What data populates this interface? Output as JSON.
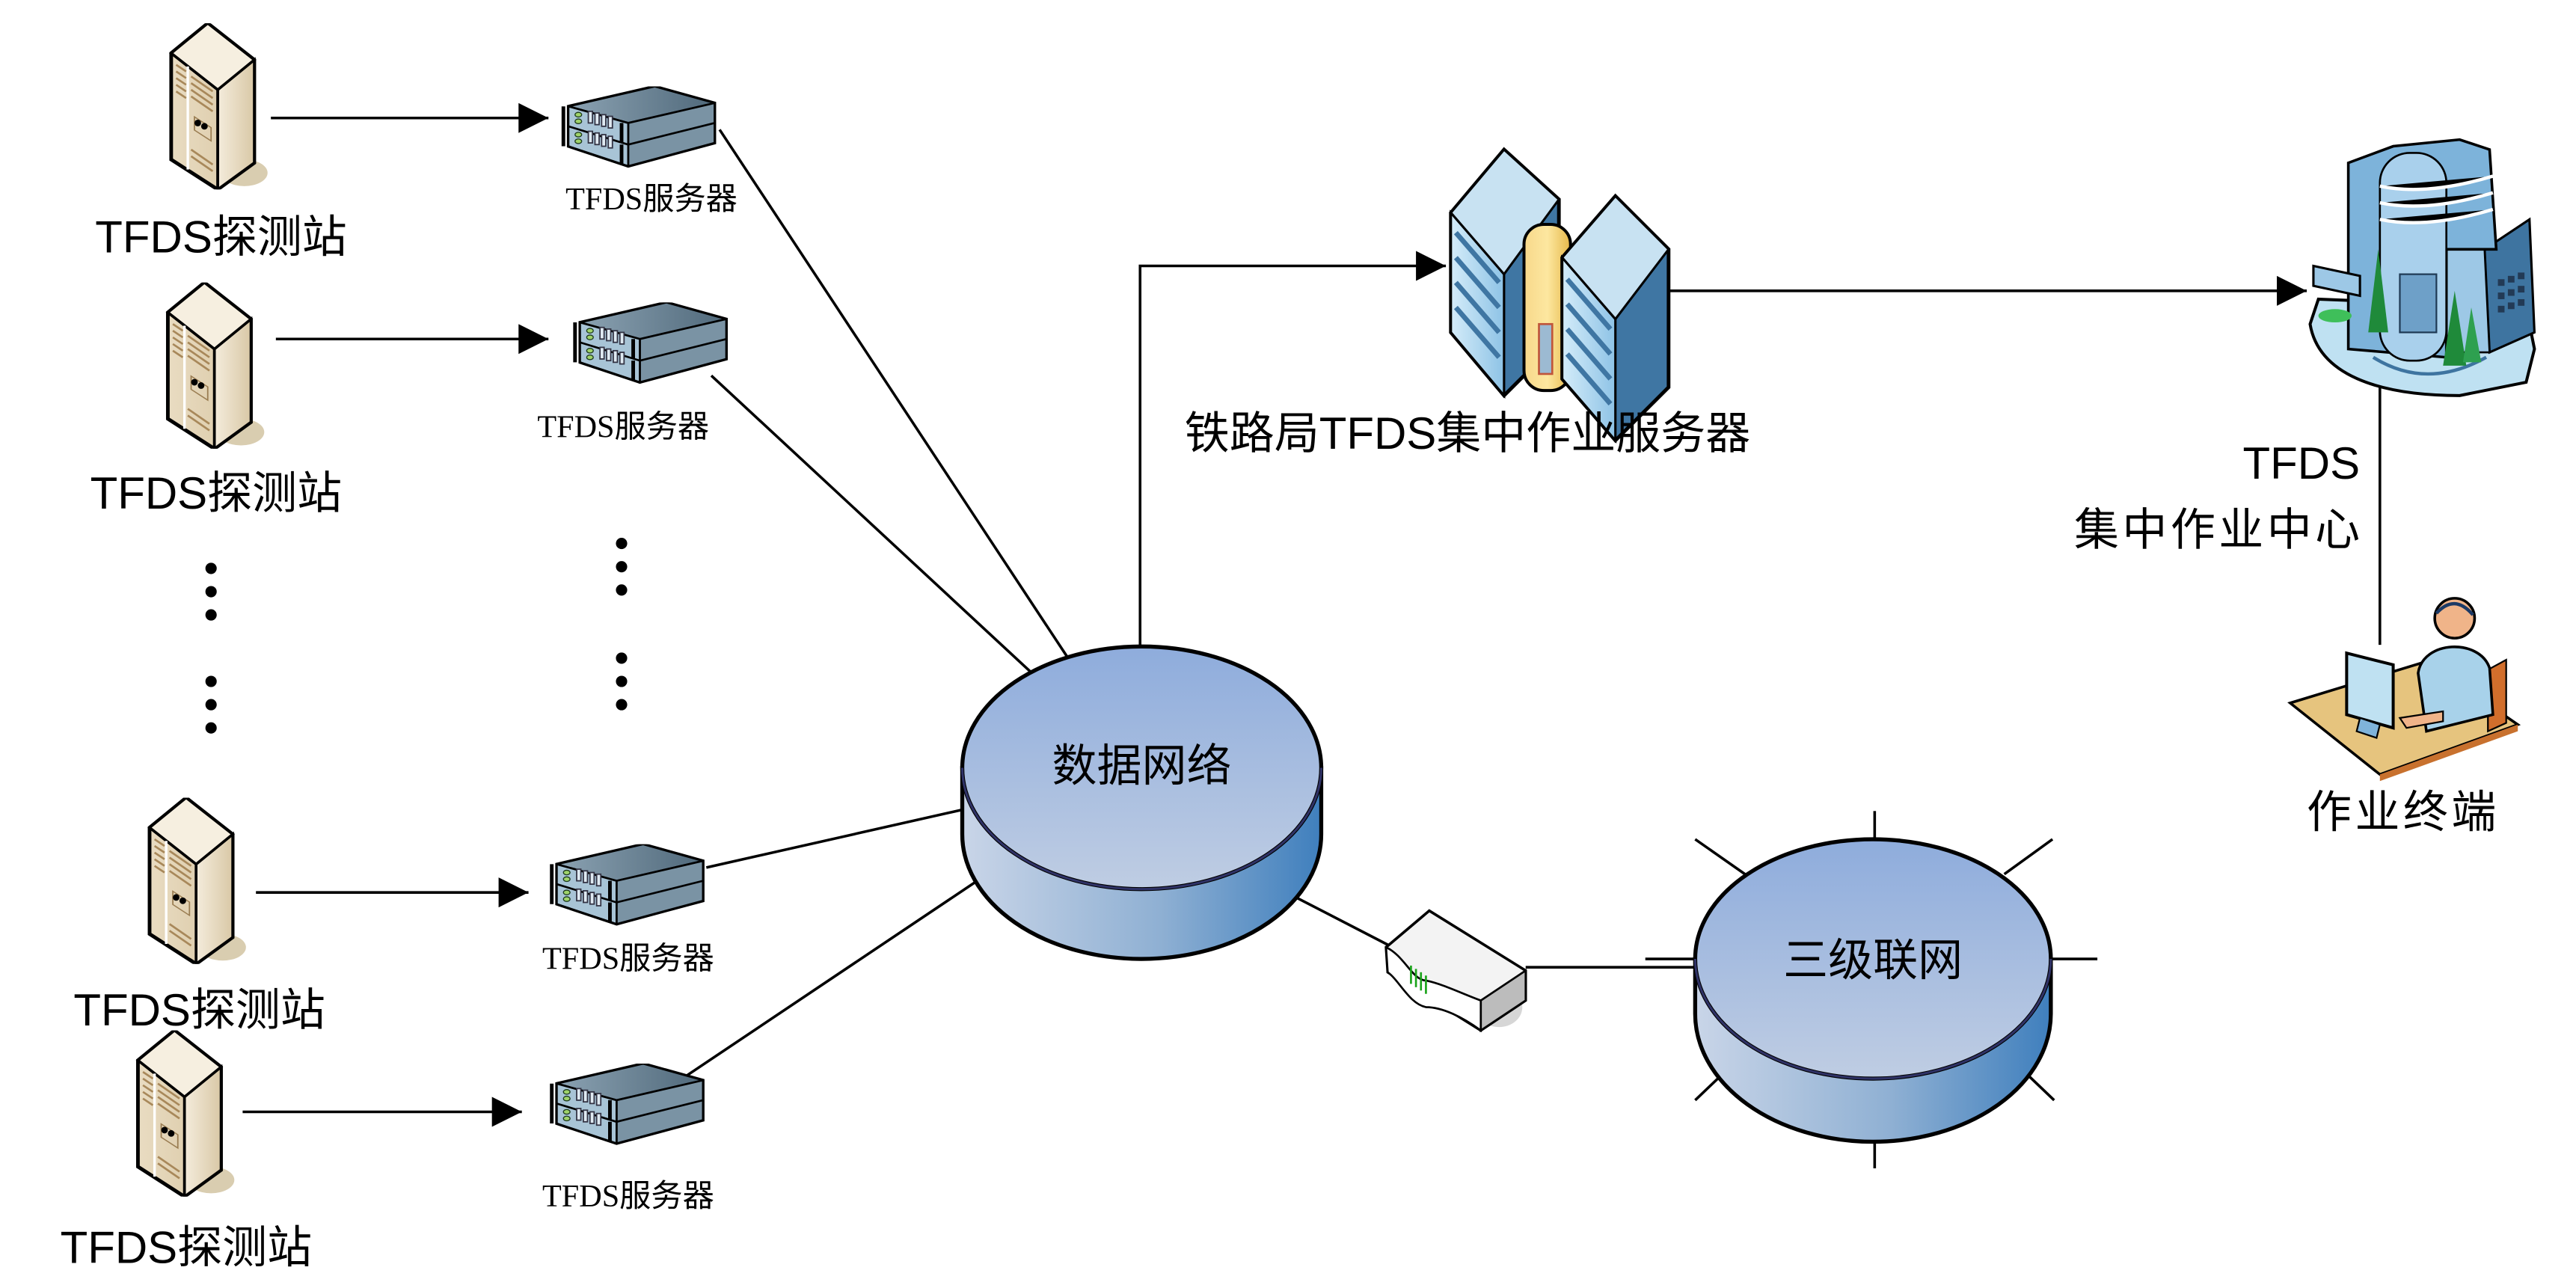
{
  "diagram": {
    "stations": [
      {
        "label": "TFDS探测站"
      },
      {
        "label": "TFDS探测站"
      },
      {
        "label": "TFDS探测站"
      },
      {
        "label": "TFDS探测站"
      }
    ],
    "servers": [
      {
        "label": "TFDS服务器"
      },
      {
        "label": "TFDS服务器"
      },
      {
        "label": "TFDS服务器"
      },
      {
        "label": "TFDS服务器"
      }
    ],
    "ellipsis_marker": "⋮",
    "data_network": {
      "label": "数据网络"
    },
    "tier3_network": {
      "label": "三级联网"
    },
    "central_server": {
      "label": "铁路局TFDS集中作业服务器"
    },
    "operation_center": {
      "line1": "TFDS",
      "line2": "集中作业中心"
    },
    "terminal": {
      "label": "作业终端"
    },
    "router": {
      "label": ""
    },
    "colors": {
      "cylinder_top": "#9db5dd",
      "cylinder_side": "#5f93c6",
      "station_body": "#e8dcc4",
      "server_body": "#6f8796",
      "building_blue": "#7fb3d9",
      "edge": "#000000"
    },
    "edges": [
      {
        "from": "station-1",
        "to": "server-1",
        "arrow": true
      },
      {
        "from": "station-2",
        "to": "server-2",
        "arrow": true
      },
      {
        "from": "station-3",
        "to": "server-3",
        "arrow": true
      },
      {
        "from": "station-4",
        "to": "server-4",
        "arrow": true
      },
      {
        "from": "server-1",
        "to": "data-network",
        "arrow": false
      },
      {
        "from": "server-2",
        "to": "data-network",
        "arrow": false
      },
      {
        "from": "server-3",
        "to": "data-network",
        "arrow": false
      },
      {
        "from": "server-4",
        "to": "data-network",
        "arrow": false
      },
      {
        "from": "data-network",
        "to": "central-server",
        "arrow": true
      },
      {
        "from": "central-server",
        "to": "operation-center",
        "arrow": true
      },
      {
        "from": "operation-center",
        "to": "terminal",
        "arrow": false
      },
      {
        "from": "data-network",
        "to": "router",
        "arrow": false
      },
      {
        "from": "router",
        "to": "tier3-network",
        "arrow": false
      }
    ]
  }
}
